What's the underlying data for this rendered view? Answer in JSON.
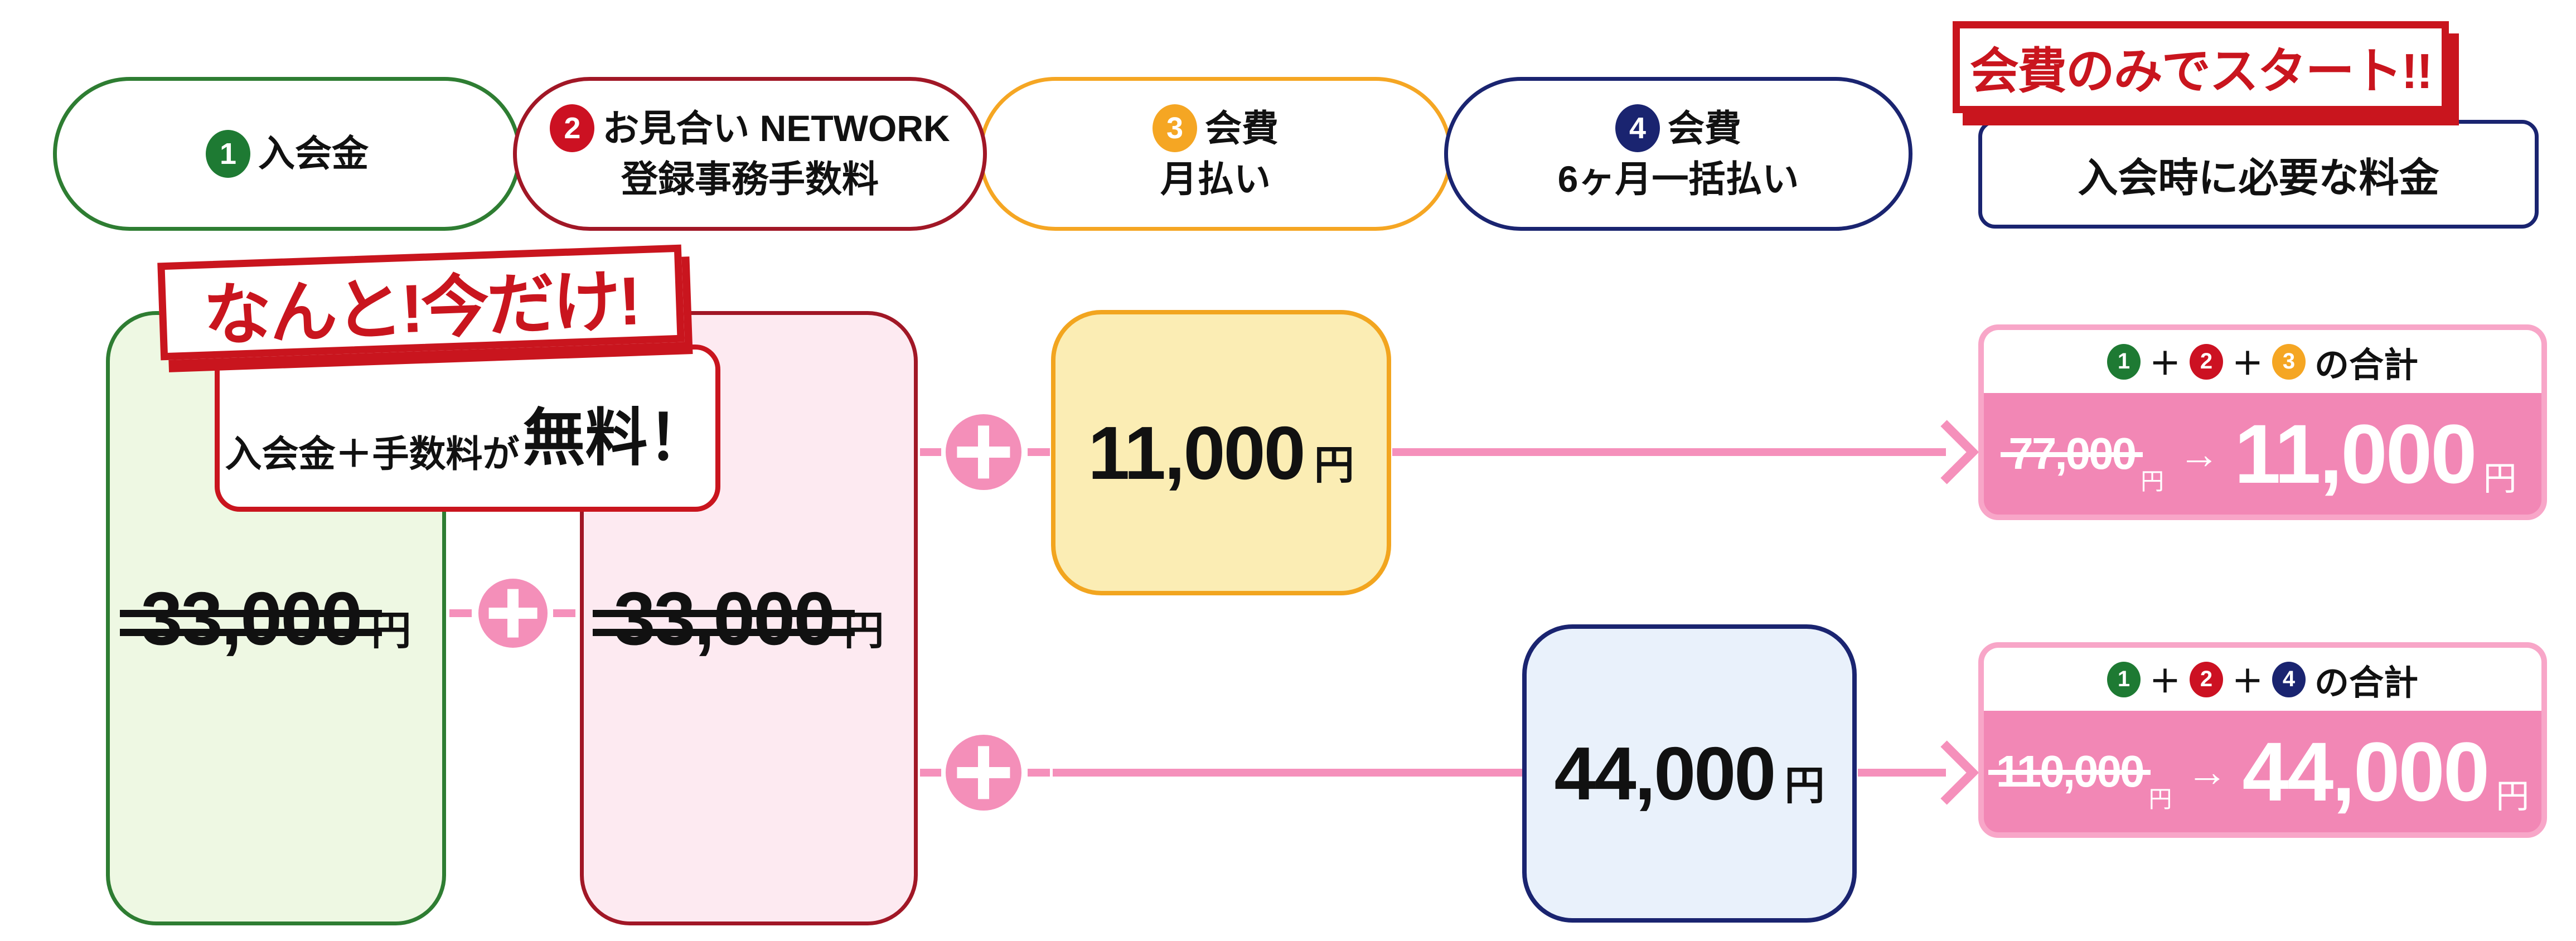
{
  "header": {
    "pills": [
      {
        "num": "1",
        "label": "入会金"
      },
      {
        "num": "2",
        "line1": "お見合い NETWORK",
        "line2": "登録事務手数料"
      },
      {
        "num": "3",
        "line1": "会費",
        "line2": "月払い"
      },
      {
        "num": "4",
        "line1": "会費",
        "line2": "6ヶ月一括払い"
      }
    ],
    "badge": "会費のみでスタート!!",
    "result_pill": "入会時に必要な料金"
  },
  "promo": {
    "banner": "なんと!今だけ!",
    "note_prefix": "入会金＋手数料が",
    "note_emphasis": "無料！"
  },
  "costs": {
    "admission": {
      "price": "33,000",
      "unit": "円"
    },
    "network_fee": {
      "price": "33,000",
      "unit": "円"
    },
    "monthly": {
      "price": "11,000",
      "unit": "円"
    },
    "six_month": {
      "price": "44,000",
      "unit": "円"
    }
  },
  "results": [
    {
      "formula": [
        "1",
        "2",
        "3"
      ],
      "separator": "＋",
      "suffix": "の合計",
      "old_price": "77,000",
      "old_unit": "円",
      "arrow": "→",
      "new_price": "11,000",
      "new_unit": "円"
    },
    {
      "formula": [
        "1",
        "2",
        "4"
      ],
      "separator": "＋",
      "suffix": "の合計",
      "old_price": "110,000",
      "old_unit": "円",
      "arrow": "→",
      "new_price": "44,000",
      "new_unit": "円"
    }
  ],
  "icons": {
    "plus": "+",
    "arrow_right": "→"
  },
  "colors": {
    "green": "#2e7d32",
    "green_fill": "#eef8e3",
    "dark_red": "#a11726",
    "pink_fill": "#fdeaf1",
    "orange": "#f2a51f",
    "yellow_fill": "#fbedb4",
    "navy": "#1a2470",
    "blue_fill": "#e9f1fb",
    "bright_red": "#c9151e",
    "connector_pink": "#f590bb",
    "result_body_pink": "#f287b5",
    "result_border_pink": "#f8a6c8"
  }
}
